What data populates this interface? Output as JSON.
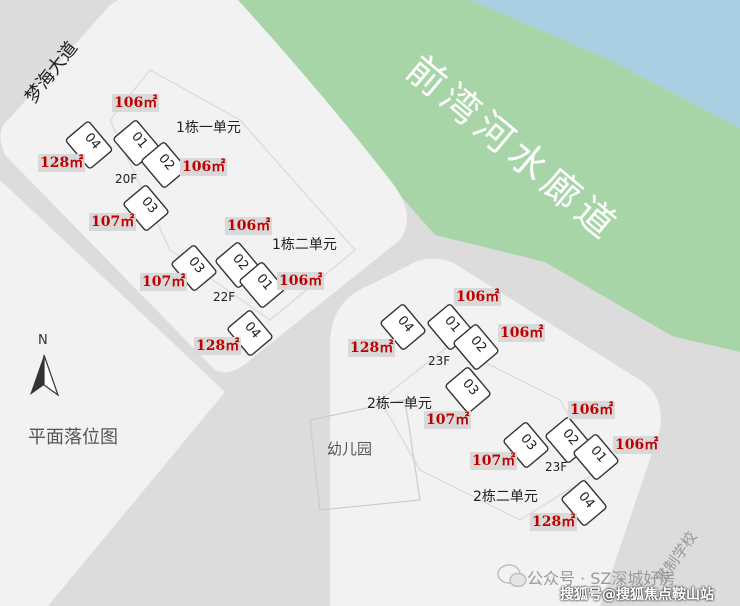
{
  "map": {
    "colors": {
      "water": "#a9cfe3",
      "greenway": "#a8d5a8",
      "road": "#dcdcdc",
      "block": "#f2f2f2",
      "area_text": "#c00000",
      "area_bg": "#d9d9d9"
    },
    "roads": {
      "mengha_avenue": "梦海大道",
      "qianwan_promenade": "前湾河水廊道",
      "school": "贯制学校"
    },
    "north_label": "N",
    "plan_title": "平面落位图",
    "kindergarten": "幼儿园",
    "buildings": [
      {
        "name": "1栋一单元",
        "floors": "20F",
        "units": [
          "01",
          "02",
          "03",
          "04"
        ],
        "areas": {
          "u01": "106㎡",
          "u02": "106㎡",
          "u03": "107㎡",
          "u04": "128㎡"
        }
      },
      {
        "name": "1栋二单元",
        "floors": "22F",
        "units": [
          "02",
          "01",
          "03",
          "04"
        ],
        "areas": {
          "u02": "106㎡",
          "u01": "106㎡",
          "u03": "107㎡",
          "u04": "128㎡"
        }
      },
      {
        "name": "2栋一单元",
        "floors": "23F",
        "units": [
          "04",
          "01",
          "02",
          "03"
        ],
        "areas": {
          "u01": "106㎡",
          "u02": "106㎡",
          "u04": "128㎡",
          "u03": "107㎡"
        }
      },
      {
        "name": "2栋二单元",
        "floors": "23F",
        "units": [
          "02",
          "01",
          "03",
          "04"
        ],
        "areas": {
          "u02": "106㎡",
          "u01": "106㎡",
          "u03": "107㎡",
          "u04": "128㎡"
        }
      }
    ],
    "watermark_faint": "公众号 · SZ深城好房",
    "watermark_footer": "搜狐号@搜狐焦点鞍山站"
  }
}
